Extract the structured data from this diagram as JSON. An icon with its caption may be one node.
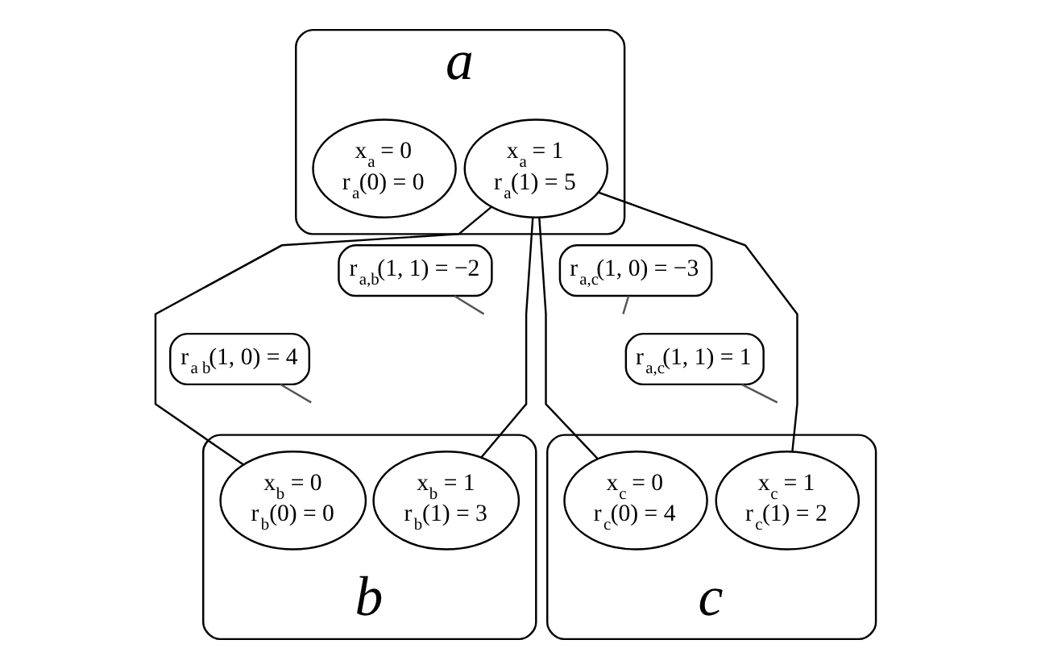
{
  "diagram": {
    "nodes": [
      {
        "text": [
          "a"
        ]
      },
      {
        "text": [
          "x$_{a}$ = 0",
          "r$_{a}$(0) = 0"
        ],
        "in": 0
      },
      {
        "text": [
          "x$_{a}$ = 1",
          "r$_{a}$(1) = 5"
        ],
        "in": 0
      },
      {
        "text": [
          "r$_{a,b}$(1, 1) = −2"
        ]
      },
      {
        "text": [
          "r$_{a,c}$(1, 0) = −3"
        ]
      },
      {
        "text": [
          "r$_{a,c}$(1, 1) = 1"
        ]
      },
      {
        "text": [
          "r$_{a b}$(1, 0) = 4"
        ]
      },
      {
        "text": [
          "b"
        ]
      },
      {
        "text": [
          "x$_{b}$ = 0",
          "r$_{b}$(0) = 0"
        ],
        "in": 7
      },
      {
        "text": [
          "x$_{b}$ = 1",
          "r$_{b}$(1) = 3"
        ],
        "in": 7
      },
      {
        "text": [
          "c"
        ]
      },
      {
        "text": [
          "x$_{c}$ = 0",
          "r$_{c}$(0) = 4"
        ],
        "in": 10
      },
      {
        "text": [
          "x$_{c}$ = 1",
          "r$_{c}$(1) = 2"
        ],
        "in": 10
      }
    ],
    "edges": [
      {
        "from": 2,
        "to": 8,
        "arrow": "none"
      },
      {
        "from": 2,
        "to": 9,
        "arrow": "none"
      },
      {
        "from": 2,
        "to": 11,
        "arrow": "none"
      },
      {
        "from": 2,
        "to": 12,
        "arrow": "none"
      },
      {
        "from": 3,
        "to": null,
        "arrow": "none",
        "color": "#555555"
      },
      {
        "from": 4,
        "to": null,
        "arrow": "none",
        "color": "#555555"
      },
      {
        "from": 5,
        "to": null,
        "arrow": "none",
        "color": "#555555"
      },
      {
        "from": 6,
        "to": null,
        "arrow": "none",
        "color": "#555555"
      }
    ]
  }
}
